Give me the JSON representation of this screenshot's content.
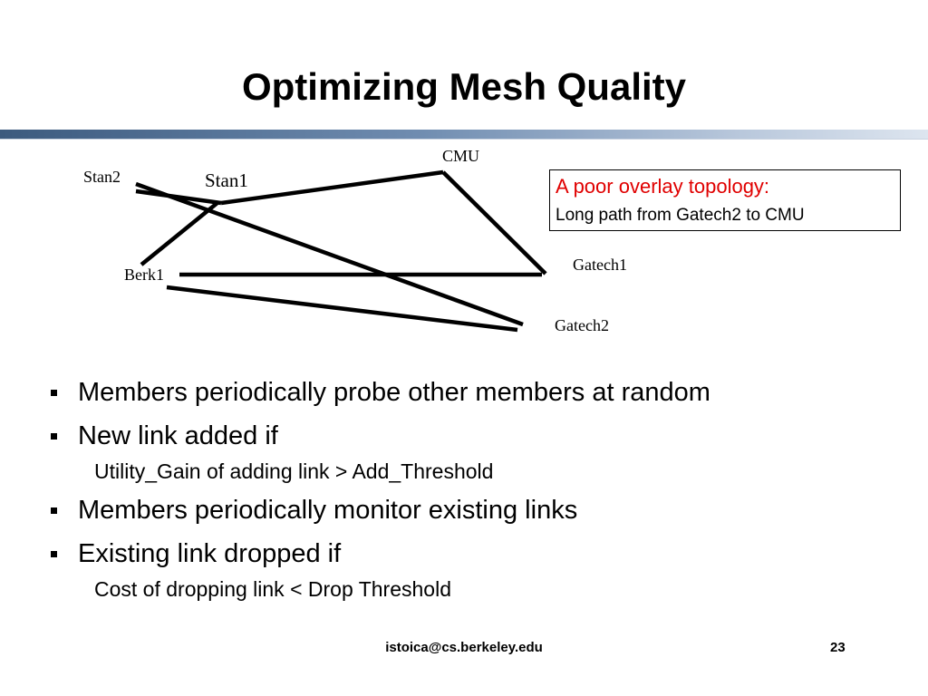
{
  "slide": {
    "title": "Optimizing Mesh Quality"
  },
  "diagram": {
    "nodes": {
      "stan2": "Stan2",
      "stan1": "Stan1",
      "cmu": "CMU",
      "berk1": "Berk1",
      "gatech1": "Gatech1",
      "gatech2": "Gatech2"
    },
    "callout": {
      "title": "A poor overlay topology:",
      "body": "Long path from Gatech2 to CMU"
    }
  },
  "bullets": [
    "Members periodically probe other members at random",
    "New link added if",
    "Utility_Gain of adding link > Add_Threshold",
    "Members  periodically monitor existing links",
    "Existing link dropped if",
    "Cost of dropping link < Drop Threshold"
  ],
  "footer": {
    "email": "istoica@cs.berkeley.edu",
    "page": "23"
  }
}
